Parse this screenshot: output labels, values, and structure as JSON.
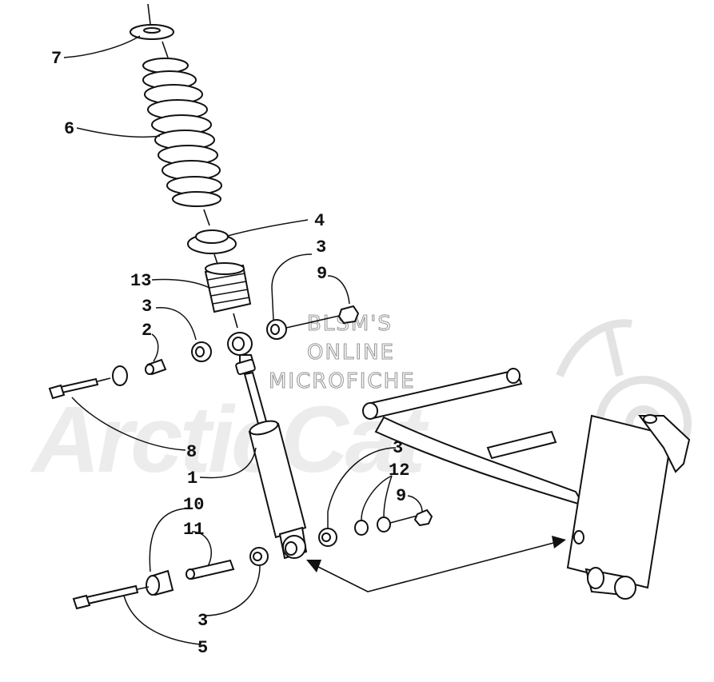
{
  "diagram": {
    "watermark": {
      "lines": [
        "BLSM'S",
        "ONLINE",
        "MICROFICHE"
      ],
      "brand_logo": "ArcticCat"
    },
    "callouts": [
      {
        "id": "c7",
        "label": "7"
      },
      {
        "id": "c6",
        "label": "6"
      },
      {
        "id": "c4",
        "label": "4"
      },
      {
        "id": "c3a",
        "label": "3"
      },
      {
        "id": "c9a",
        "label": "9"
      },
      {
        "id": "c13",
        "label": "13"
      },
      {
        "id": "c3b",
        "label": "3"
      },
      {
        "id": "c2",
        "label": "2"
      },
      {
        "id": "c8",
        "label": "8"
      },
      {
        "id": "c1",
        "label": "1"
      },
      {
        "id": "c3c",
        "label": "3"
      },
      {
        "id": "c12",
        "label": "12"
      },
      {
        "id": "c9b",
        "label": "9"
      },
      {
        "id": "c10",
        "label": "10"
      },
      {
        "id": "c11",
        "label": "11"
      },
      {
        "id": "c3d",
        "label": "3"
      },
      {
        "id": "c5",
        "label": "5"
      }
    ],
    "colors": {
      "ink": "#111111",
      "watermark": "#9a9a9a",
      "logo": "#ececec"
    }
  }
}
